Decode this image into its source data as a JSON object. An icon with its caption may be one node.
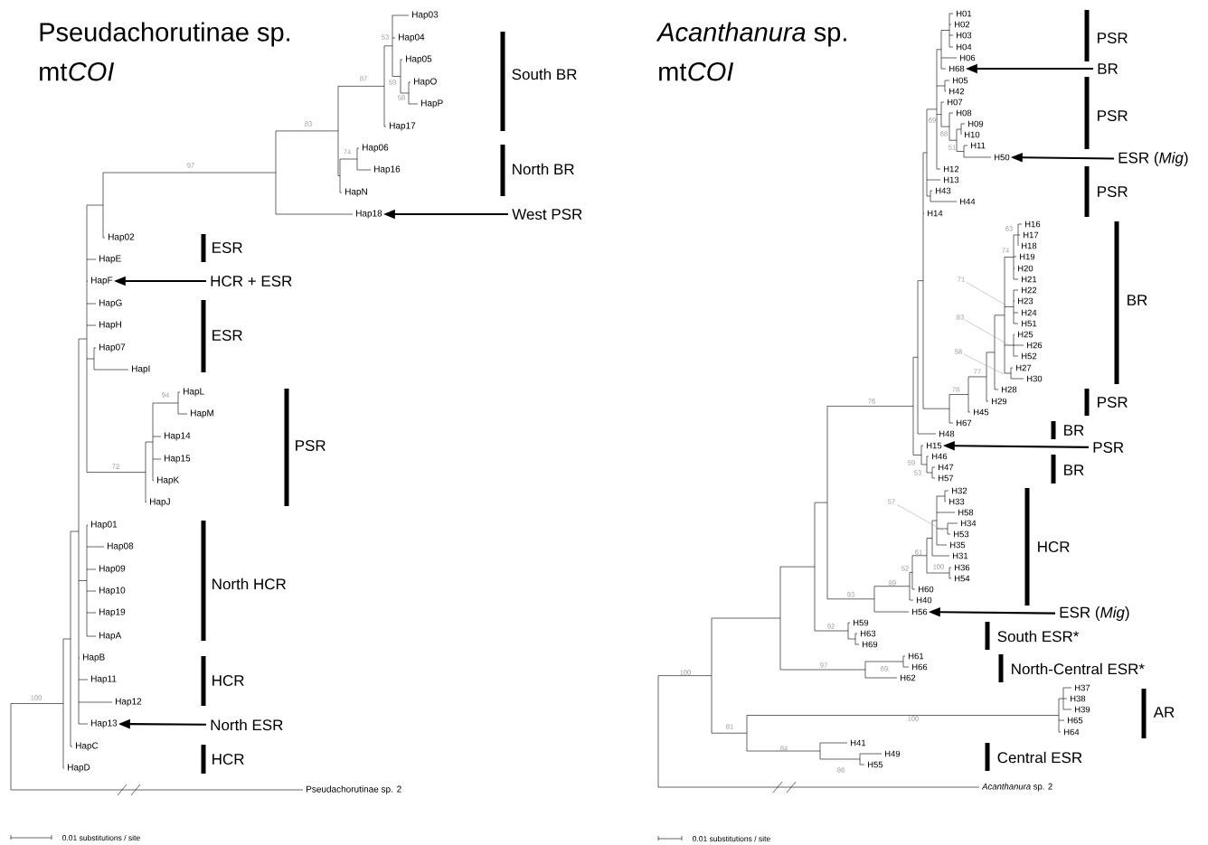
{
  "diagram": {
    "nodes": [
      {
        "text": [
          "Hap18"
        ]
      },
      {
        "text": [
          "West PSR"
        ]
      },
      {
        "text": [
          "HapF"
        ]
      },
      {
        "text": [
          "HCR + ESR"
        ]
      },
      {
        "text": [
          "Hap13"
        ]
      },
      {
        "text": [
          "North ESR"
        ]
      },
      {
        "text": [
          "H68"
        ]
      },
      {
        "text": [
          "BR"
        ]
      },
      {
        "text": [
          "H50"
        ]
      },
      {
        "text": [
          "ESR (*Mig*)"
        ]
      },
      {
        "text": [
          "71"
        ]
      },
      {
        "text": [
          "83"
        ]
      },
      {
        "text": [
          "58"
        ]
      },
      {
        "text": [
          "H15"
        ]
      },
      {
        "text": [
          "PSR"
        ]
      },
      {
        "text": [
          "57"
        ]
      },
      {
        "text": [
          "H56"
        ]
      },
      {
        "text": [
          "ESR (*Mig*)"
        ]
      }
    ],
    "edges": [
      {
        "from": 1,
        "to": 0,
        "arrow": "to"
      },
      {
        "from": 3,
        "to": 2,
        "arrow": "to"
      },
      {
        "from": 5,
        "to": 4,
        "arrow": "to"
      },
      {
        "from": 7,
        "to": 6,
        "arrow": "to"
      },
      {
        "from": 9,
        "to": 8,
        "arrow": "to"
      },
      {
        "from": 10,
        "to": null,
        "arrow": "none",
        "color": "#999999"
      },
      {
        "from": 11,
        "to": null,
        "arrow": "none",
        "color": "#999999"
      },
      {
        "from": 12,
        "to": null,
        "arrow": "none",
        "color": "#999999"
      },
      {
        "from": 14,
        "to": 13,
        "arrow": "to"
      },
      {
        "from": 15,
        "to": null,
        "arrow": "none",
        "color": "#999999"
      },
      {
        "from": 17,
        "to": 16,
        "arrow": "to"
      }
    ],
    "labels": [
      "Pseudachorutinae sp.",
      "mt",
      "COI",
      "Hap03",
      "Hap04",
      "Hap05",
      "HapO",
      "HapP",
      "Hap17",
      "Hap06",
      "Hap16",
      "HapN",
      "Hap02",
      "HapE",
      "HapG",
      "HapH",
      "Hap07",
      "HapI",
      "HapL",
      "HapM",
      "Hap14",
      "Hap15",
      "HapK",
      "HapJ",
      "Hap01",
      "Hap08",
      "Hap09",
      "Hap10",
      "Hap19",
      "HapA",
      "HapB",
      "Hap11",
      "Hap12",
      "HapC",
      "HapD",
      "Pseudachorutinae sp. 2",
      "53",
      "87",
      "59",
      "58",
      "83",
      "74",
      "97",
      "94",
      "72",
      "100",
      "South BR",
      "North BR",
      "ESR",
      "ESR",
      "PSR",
      "North HCR",
      "HCR",
      "HCR",
      "0.01 substitutions / site",
      "*Acanthanura* sp.",
      "mt",
      "COI",
      "H01",
      "H02",
      "H03",
      "H04",
      "H06",
      "H05",
      "H42",
      "H07",
      "H08",
      "H09",
      "H10",
      "H11",
      "H12",
      "H13",
      "H43",
      "H44",
      "H14",
      "H16",
      "H17",
      "H18",
      "H19",
      "H20",
      "H21",
      "H22",
      "H23",
      "H24",
      "H51",
      "H25",
      "H26",
      "H52",
      "H27",
      "H30",
      "H28",
      "H29",
      "H45",
      "H67",
      "H48",
      "H46",
      "H47",
      "H57",
      "H32",
      "H33",
      "H58",
      "H34",
      "H53",
      "H35",
      "H31",
      "H36",
      "H54",
      "H60",
      "H40",
      "H59",
      "H63",
      "H69",
      "H61",
      "H66",
      "H62",
      "H37",
      "H38",
      "H39",
      "H65",
      "H64",
      "H41",
      "H49",
      "H55",
      "*Acanthanura* sp. 2",
      "69",
      "68",
      "51",
      "63",
      "74",
      "77",
      "78",
      "76",
      "59",
      "53",
      "61",
      "100",
      "52",
      "89",
      "93",
      "92",
      "97",
      "69",
      "100",
      "100",
      "81",
      "84",
      "86",
      "PSR",
      "PSR",
      "PSR",
      "BR",
      "PSR",
      "BR",
      "BR",
      "HCR",
      "South ESR*",
      "North-Central ESR*",
      "AR",
      "Central ESR",
      "0.01 substitutions / site"
    ]
  }
}
